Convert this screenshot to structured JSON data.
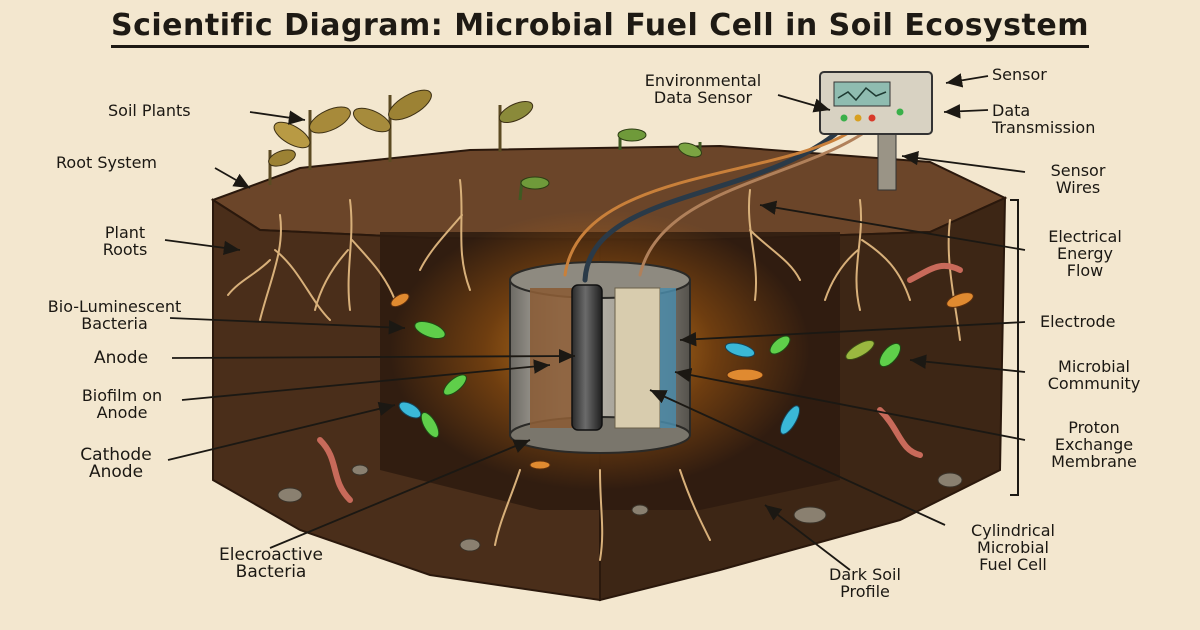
{
  "title": "Scientific Diagram: Microbial Fuel Cell in Soil Ecosystem",
  "labels": {
    "soil_plants": "Soil Plants",
    "root_system": "Root System",
    "plant_roots": "Plant\nRoots",
    "bio_luminescent_bacteria": "Bio-Luminescent\nBacteria",
    "anode": "Anode",
    "biofilm_on_anode": "Biofilm on\nAnode",
    "cathode_anode": "Cathode\nAnode",
    "elecroactive_bacteria": "Elecroactive\nBacteria",
    "environmental_data_sensor": "Environmental\nData Sensor",
    "sensor": "Sensor",
    "data_transmission": "Data\nTransmission",
    "sensor_wires": "Sensor\nWires",
    "electrical_energy_flow": "Electrical\nEnergy\nFlow",
    "electrode": "Electrode",
    "microbial_community": "Microbial\nCommunity",
    "proton_exchange_membrane": "Proton\nExchange\nMembrane",
    "cylindrical_microbial_fuel_cell": "Cylindrical\nMicrobial\nFuel Cell",
    "dark_soil_profile": "Dark Soil\nProfile"
  },
  "colors": {
    "paper": "#f3e7cf",
    "soil_dark": "#3b2414",
    "soil_mid": "#5a3a22",
    "soil_light": "#7a5233",
    "root": "#d8b07a",
    "glow": "#f0a020",
    "bacteria_green": "#5fcf4a",
    "bacteria_blue": "#3ab8d8",
    "ink": "#1b1813"
  }
}
